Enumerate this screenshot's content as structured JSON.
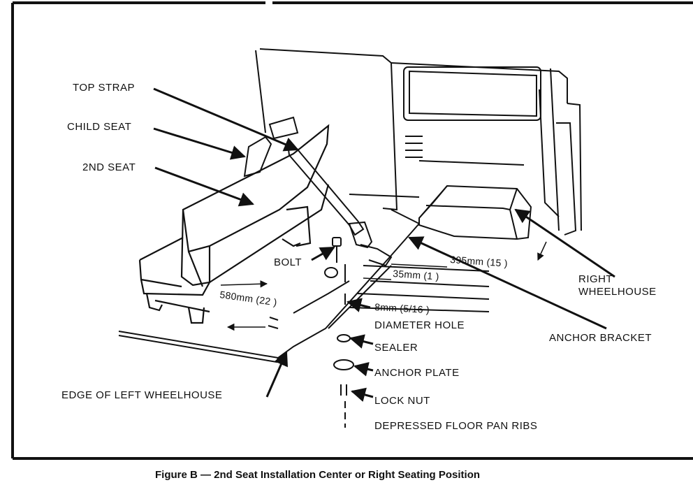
{
  "labels": {
    "top_strap": "TOP STRAP",
    "child_seat": "CHILD SEAT",
    "second_seat": "2ND SEAT",
    "bolt": "BOLT",
    "right_wheelhouse_1": "RIGHT",
    "right_wheelhouse_2": "WHEELHOUSE",
    "anchor_bracket": "ANCHOR BRACKET",
    "diameter_hole": "DIAMETER HOLE",
    "sealer": "SEALER",
    "anchor_plate": "ANCHOR PLATE",
    "lock_nut": "LOCK NUT",
    "depressed_ribs": "DEPRESSED FLOOR PAN RIBS",
    "edge_left_wheelhouse": "EDGE OF LEFT WHEELHOUSE"
  },
  "dimensions": {
    "d395": "395mm (15 )",
    "d35": "35mm (1 )",
    "d8": "8mm (5/16 )",
    "d580": "580mm (22 )"
  },
  "caption": "Figure B — 2nd Seat Installation Center or Right Seating Position"
}
